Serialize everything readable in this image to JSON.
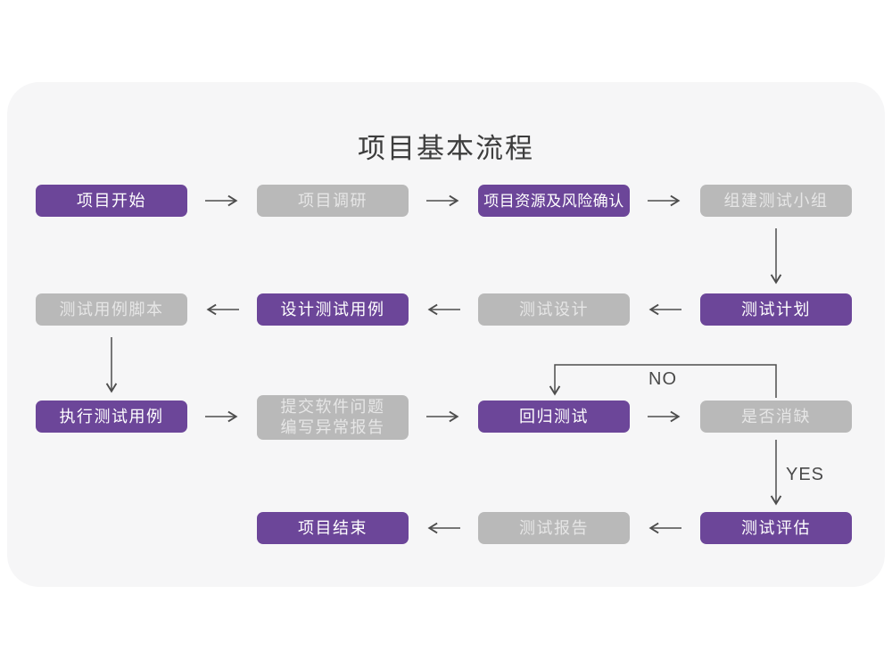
{
  "title": "项目基本流程",
  "branch_labels": {
    "no": "NO",
    "yes": "YES"
  },
  "colors": {
    "accent_purple": "#6C4699",
    "node_gray": "#B9B9B9",
    "arrow": "#4D4D4D",
    "card_background": "#F6F6F7",
    "page_background": "#FFFFFF"
  },
  "nodes": [
    {
      "label": "项目开始",
      "variant": "purple"
    },
    {
      "label": "项目调研",
      "variant": "gray"
    },
    {
      "label": "项目资源及风险确认",
      "variant": "purple"
    },
    {
      "label": "组建测试小组",
      "variant": "gray"
    },
    {
      "label": "测试计划",
      "variant": "purple"
    },
    {
      "label": "测试设计",
      "variant": "gray"
    },
    {
      "label": "设计测试用例",
      "variant": "purple"
    },
    {
      "label": "测试用例脚本",
      "variant": "gray"
    },
    {
      "label": "执行测试用例",
      "variant": "purple"
    },
    {
      "label": "提交软件问题\n编写异常报告",
      "variant": "gray"
    },
    {
      "label": "回归测试",
      "variant": "purple"
    },
    {
      "label": "是否消缺",
      "variant": "gray"
    },
    {
      "label": "测试评估",
      "variant": "purple"
    },
    {
      "label": "测试报告",
      "variant": "gray"
    },
    {
      "label": "项目结束",
      "variant": "purple"
    }
  ]
}
